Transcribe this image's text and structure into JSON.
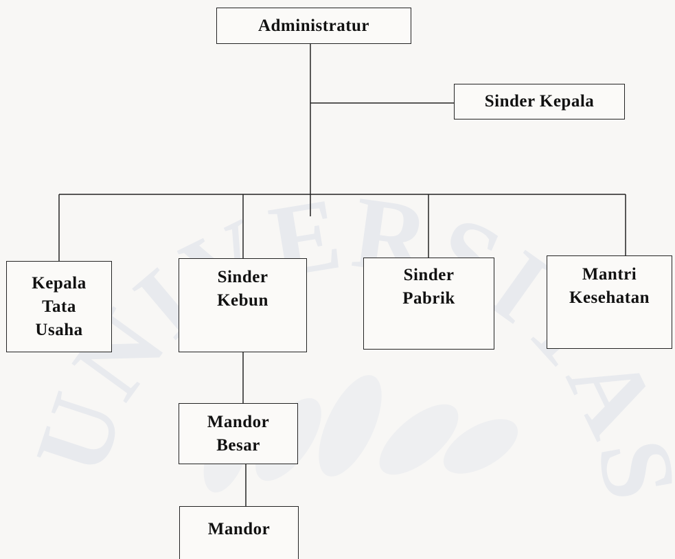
{
  "diagram": {
    "nodes": {
      "administratur": {
        "lines": [
          "Administratur"
        ]
      },
      "sinder_kepala": {
        "lines": [
          "Sinder Kepala"
        ]
      },
      "kepala_tata_usaha": {
        "lines": [
          "Kepala",
          "Tata",
          "Usaha"
        ]
      },
      "sinder_kebun": {
        "lines": [
          "Sinder",
          "Kebun"
        ]
      },
      "sinder_pabrik": {
        "lines": [
          "Sinder",
          "Pabrik"
        ]
      },
      "mantri_kesehatan": {
        "lines": [
          "Mantri",
          "Kesehatan"
        ]
      },
      "mandor_besar": {
        "lines": [
          "Mandor",
          "Besar"
        ]
      },
      "mandor": {
        "lines": [
          "Mandor"
        ]
      }
    },
    "edges": [
      [
        "administratur",
        "sinder_kepala"
      ],
      [
        "administratur",
        "kepala_tata_usaha"
      ],
      [
        "administratur",
        "sinder_kebun"
      ],
      [
        "administratur",
        "sinder_pabrik"
      ],
      [
        "administratur",
        "mantri_kesehatan"
      ],
      [
        "sinder_kebun",
        "mandor_besar"
      ],
      [
        "mandor_besar",
        "mandor"
      ]
    ],
    "watermark": "UNIVERSITAS"
  }
}
